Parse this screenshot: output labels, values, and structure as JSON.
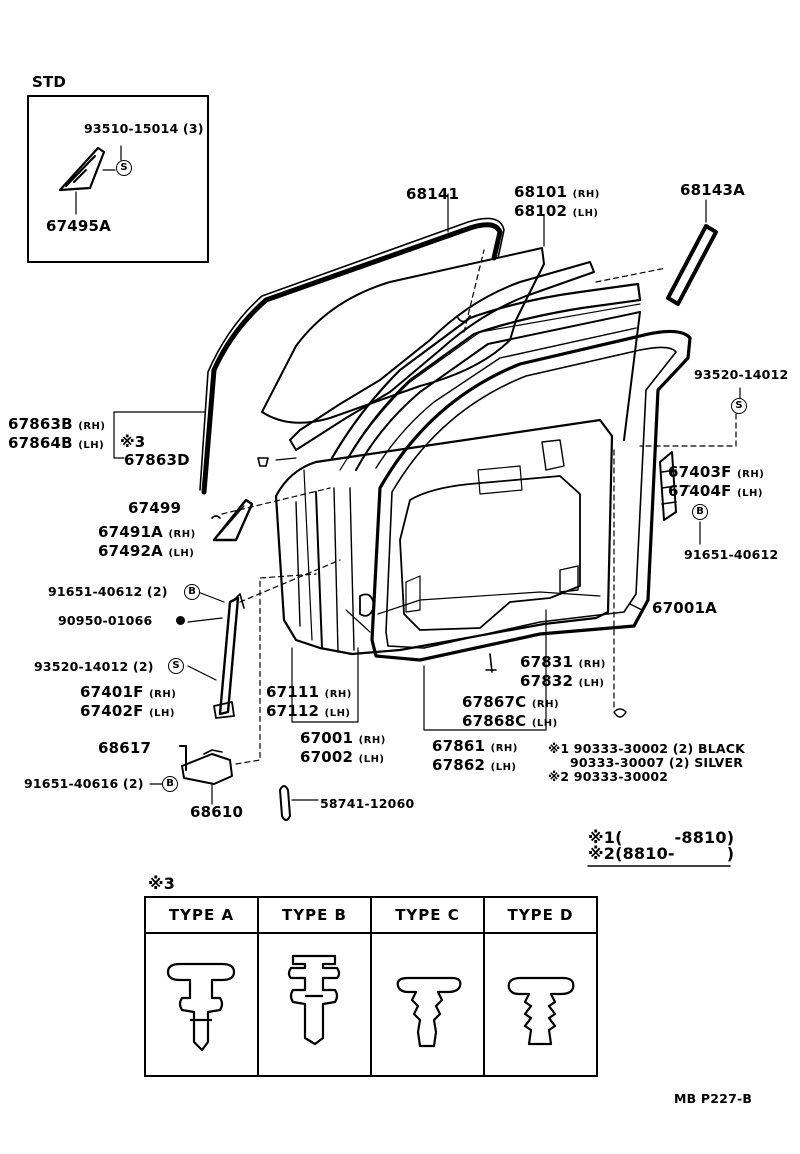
{
  "std_label": "STD",
  "labels": {
    "p93510": "93510-15014 (3)",
    "p67495A": "67495A",
    "p68141": "68141",
    "p68101": "68101",
    "p68102": "68102",
    "p68143A": "68143A",
    "p93520a": "93520-14012",
    "p67863B": "67863B",
    "p67864B": "67864B",
    "mark3": "※3",
    "p67863D": "67863D",
    "p67403F": "67403F",
    "p67404F": "67404F",
    "p67499": "67499",
    "p67491A": "67491A",
    "p67492A": "67492A",
    "p91651a": "91651-40612",
    "p91651b": "91651-40612 (2)",
    "p90950": "90950-01066",
    "p67001A": "67001A",
    "p93520b": "93520-14012 (2)",
    "p67401F": "67401F",
    "p67402F": "67402F",
    "p67831": "67831",
    "p67832": "67832",
    "p67111": "67111",
    "p67112": "67112",
    "p67867C": "67867C",
    "p67868C": "67868C",
    "p67001": "67001",
    "p67002": "67002",
    "p67861": "67861",
    "p67862": "67862",
    "p68617": "68617",
    "p91651c": "91651-40616 (2)",
    "p68610": "68610",
    "p58741": "58741-12060",
    "n1": "※1 90333-30002 (2) BLACK",
    "n2": "90333-30007 (2) SILVER",
    "n3": "※2 90333-30002",
    "rh": "(RH)",
    "lh": "(LH)"
  },
  "circle_letters": {
    "s": "S",
    "b": "B"
  },
  "legend": {
    "row1": "※1(         -8810)",
    "row2": "※2(8810-         )"
  },
  "table_title": "※3",
  "types": [
    "TYPE A",
    "TYPE B",
    "TYPE C",
    "TYPE D"
  ],
  "footer": "MB  P227-B"
}
